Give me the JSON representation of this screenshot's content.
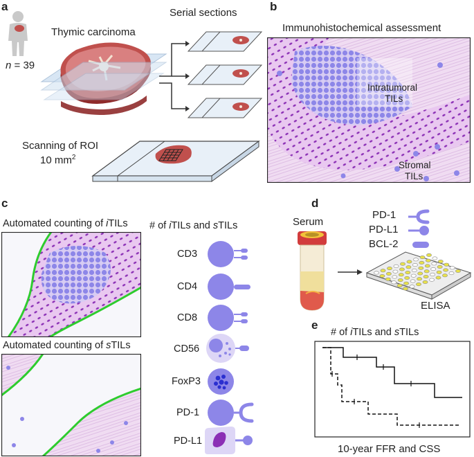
{
  "panels": {
    "a": {
      "label": "a",
      "n_text": "n = 39",
      "title": "Thymic carcinoma",
      "serial_sections": "Serial sections",
      "scan_line1": "Scanning of ROI",
      "scan_line2": "10 mm",
      "scan_sup": "2"
    },
    "b": {
      "label": "b",
      "title": "Immunohistochemical assessment",
      "intratumoral_1": "Intratumoral",
      "intratumoral_2": "TILs",
      "stromal_1": "Stromal",
      "stromal_2": "TILs"
    },
    "c": {
      "label": "c",
      "title_itils_pre": "Automated counting of ",
      "title_itils_i": "i",
      "title_itils_post": "TILs",
      "title_stils_pre": "Automated counting of ",
      "title_stils_s": "s",
      "title_stils_post": "TILs",
      "markers_title_pre": "# of ",
      "markers_title_i": "i",
      "markers_title_mid": "TILs and ",
      "markers_title_s": "s",
      "markers_title_post": "TILs",
      "markers": [
        "CD3",
        "CD4",
        "CD8",
        "CD56",
        "FoxP3",
        "PD-1",
        "PD-L1"
      ]
    },
    "d": {
      "label": "d",
      "serum": "Serum",
      "items": [
        "PD-1",
        "PD-L1",
        "BCL-2"
      ],
      "elisa": "ELISA"
    },
    "e": {
      "label": "e",
      "title_pre": "# of ",
      "title_i": "i",
      "title_mid": "TILs and ",
      "title_s": "s",
      "title_post": "TILs",
      "caption": "10-year FFR and CSS"
    }
  },
  "colors": {
    "tissue": "#c0504d",
    "cell": "#8d86e8",
    "stroma": "#e7c8ee",
    "nuclei": "#8b2fb5",
    "border_green": "#2ecc2e"
  }
}
